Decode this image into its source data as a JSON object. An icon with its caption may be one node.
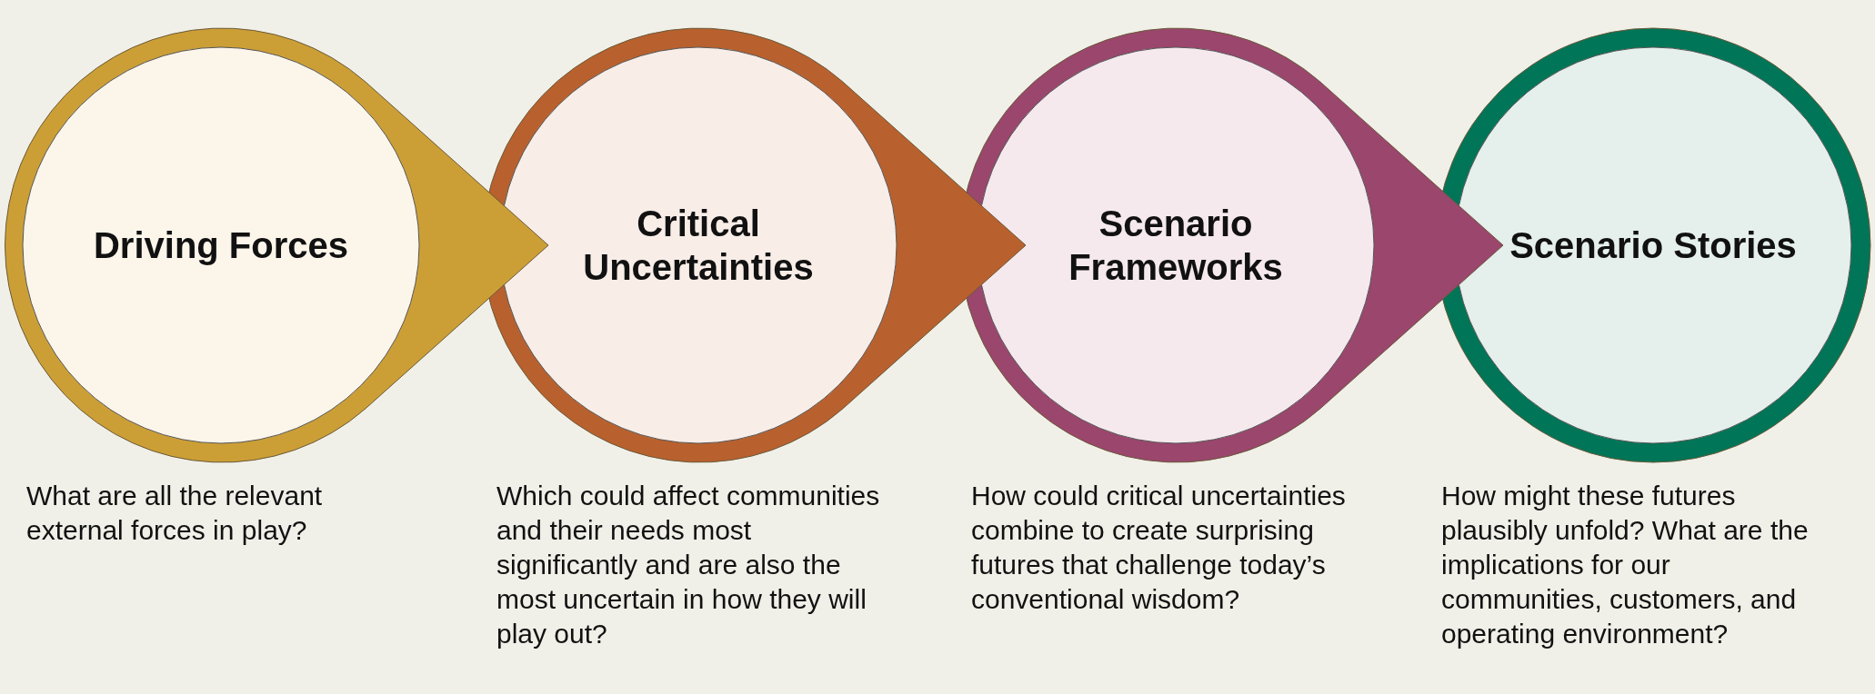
{
  "diagram": {
    "nodes": [
      {
        "text": [
          "Driving Forces"
        ],
        "beside": [
          "What are all the relevant external forces in play?"
        ]
      },
      {
        "text": [
          "Critical Uncertainties"
        ],
        "beside": [
          "Which could affect communities and their needs most significantly and are also the most uncertain in how they will play out?"
        ]
      },
      {
        "text": [
          "Scenario Frameworks"
        ],
        "beside": [
          "How could critical uncertainties combine to create surprising futures that challenge today’s conventional wisdom?"
        ]
      },
      {
        "text": [
          "Scenario Stories"
        ],
        "beside": [
          "How might these futures plausibly unfold? What are the implications for our communities, customers, and operating environment?"
        ]
      }
    ],
    "edges": []
  }
}
